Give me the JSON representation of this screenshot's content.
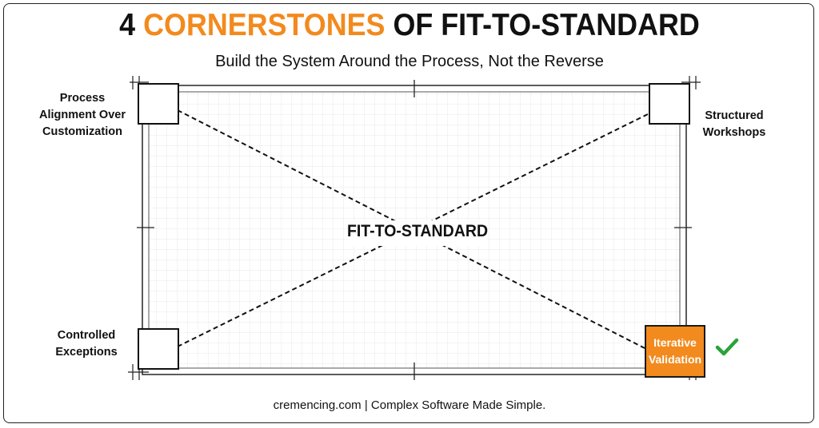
{
  "title": {
    "prefix": "4",
    "accent": "CORNERSTONES",
    "suffix": "OF FIT-TO-STANDARD"
  },
  "subtitle": "Build the System Around the Process, Not the Reverse",
  "center_label": "FIT-TO-STANDARD",
  "corners": {
    "top_left": {
      "line1": "Process",
      "line2": "Alignment Over",
      "line3": "Customization"
    },
    "top_right": {
      "line1": "Structured",
      "line2": "Workshops"
    },
    "bottom_left": {
      "line1": "Controlled",
      "line2": "Exceptions"
    },
    "bottom_right": {
      "line1": "Iterative",
      "line2": "Validation"
    }
  },
  "footer": "cremencing.com | Complex Software Made Simple.",
  "colors": {
    "accent": "#f28a1e",
    "check": "#2aa33b",
    "ink": "#111111"
  },
  "icons": {
    "checkmark": "check-icon"
  }
}
